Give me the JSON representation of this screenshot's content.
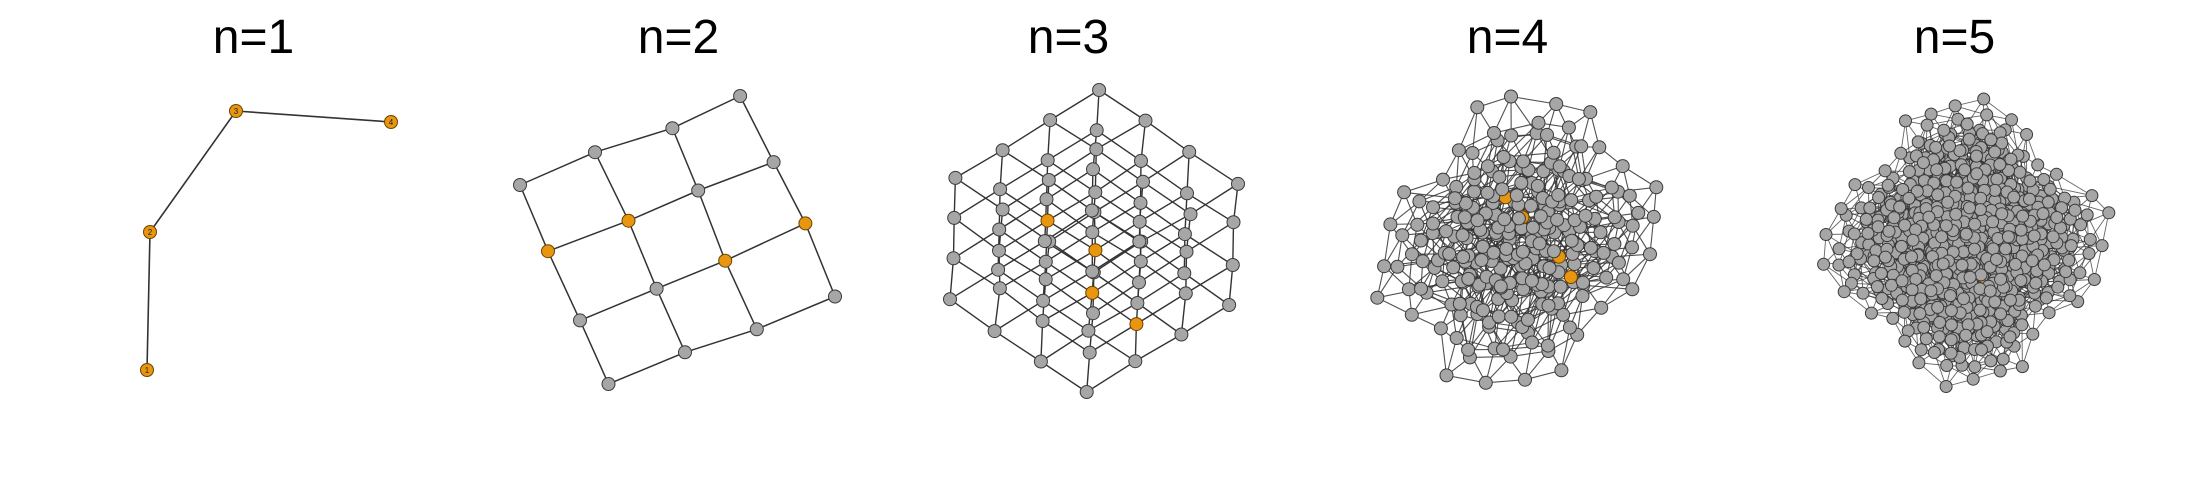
{
  "figure": {
    "colors": {
      "background": "#ffffff",
      "edge": "#333333",
      "node_fill": "#a6a6a6",
      "node_stroke": "#3a3a3a",
      "highlight_fill": "#e8960f",
      "highlight_stroke": "#6b4300",
      "label": "#222222"
    },
    "panels": [
      {
        "title": "n=1",
        "nodes": 4,
        "highlighted": 4,
        "node_labels": [
          "1",
          "2",
          "3",
          "4"
        ]
      },
      {
        "title": "n=2",
        "nodes": 16,
        "highlighted": 4
      },
      {
        "title": "n=3",
        "nodes": 64,
        "highlighted": 4
      },
      {
        "title": "n=4",
        "nodes": 256,
        "highlighted": 4
      },
      {
        "title": "n=5",
        "nodes": 1024,
        "highlighted": 2
      }
    ]
  }
}
